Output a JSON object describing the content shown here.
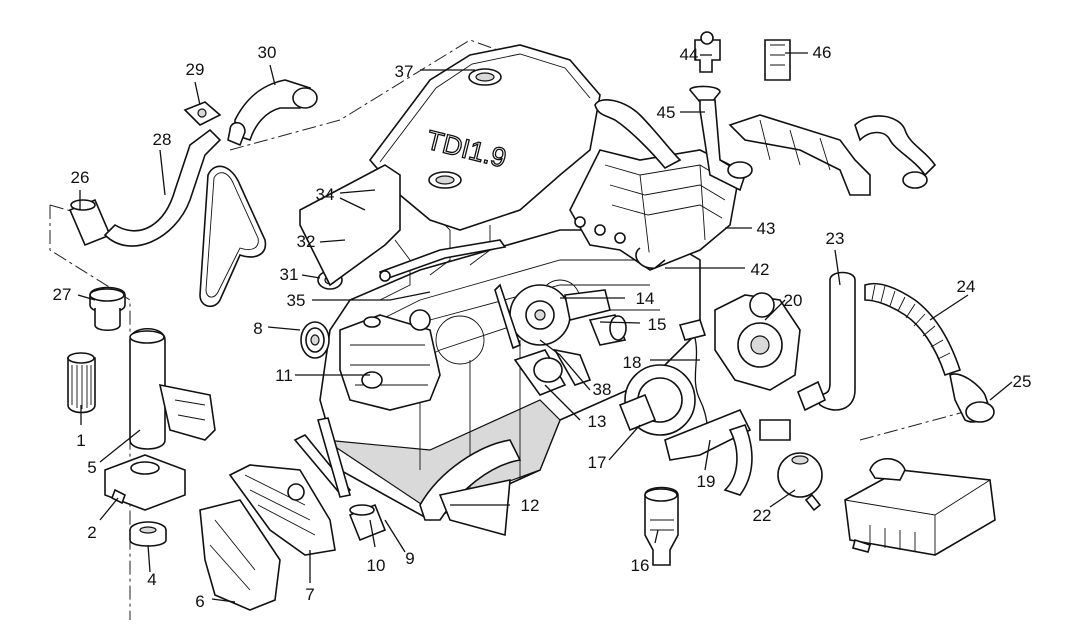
{
  "engine_cover": {
    "text": "TDI1.9"
  },
  "callouts": {
    "c1": "1",
    "c2": "2",
    "c4": "4",
    "c5": "5",
    "c6": "6",
    "c7": "7",
    "c8": "8",
    "c9": "9",
    "c10": "10",
    "c11": "11",
    "c12": "12",
    "c13": "13",
    "c14": "14",
    "c15": "15",
    "c16": "16",
    "c17": "17",
    "c18": "18",
    "c19": "19",
    "c20": "20",
    "c22": "22",
    "c23": "23",
    "c24": "24",
    "c25": "25",
    "c26": "26",
    "c27": "27",
    "c28": "28",
    "c29": "29",
    "c30": "30",
    "c31": "31",
    "c32": "32",
    "c34": "34",
    "c35": "35",
    "c37": "37",
    "c38": "38",
    "c42": "42",
    "c43": "43",
    "c44": "44",
    "c45": "45",
    "c46": "46"
  },
  "colors": {
    "line": "#111111",
    "background": "#ffffff",
    "shading": "#d9d9d9"
  }
}
